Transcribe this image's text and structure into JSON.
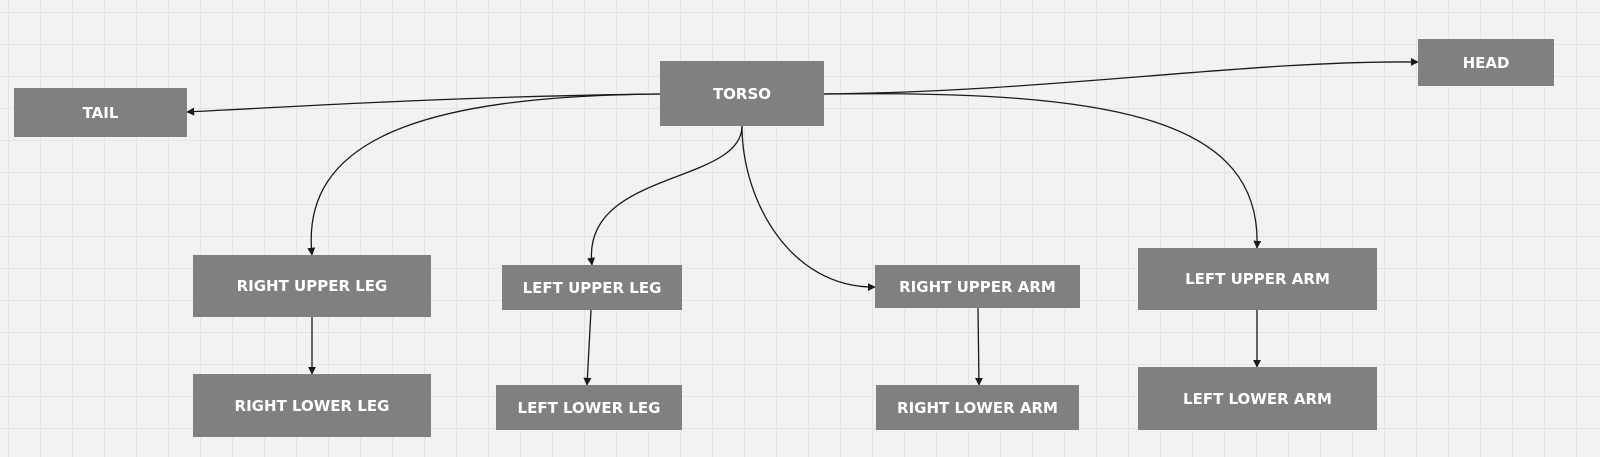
{
  "diagram": {
    "colors": {
      "node_fill": "#808080",
      "node_text": "#ffffff",
      "edge": "#1a1a1a"
    },
    "nodes": [
      {
        "id": "torso",
        "label": "TORSO"
      },
      {
        "id": "tail",
        "label": "TAIL"
      },
      {
        "id": "head",
        "label": "HEAD"
      },
      {
        "id": "right-upper-leg",
        "label": "RIGHT UPPER LEG"
      },
      {
        "id": "left-upper-leg",
        "label": "LEFT UPPER LEG"
      },
      {
        "id": "right-upper-arm",
        "label": "RIGHT UPPER ARM"
      },
      {
        "id": "left-upper-arm",
        "label": "LEFT UPPER ARM"
      },
      {
        "id": "right-lower-leg",
        "label": "RIGHT LOWER LEG"
      },
      {
        "id": "left-lower-leg",
        "label": "LEFT LOWER LEG"
      },
      {
        "id": "right-lower-arm",
        "label": "RIGHT LOWER ARM"
      },
      {
        "id": "left-lower-arm",
        "label": "LEFT LOWER ARM"
      }
    ],
    "edges": [
      {
        "from": "torso",
        "to": "tail"
      },
      {
        "from": "torso",
        "to": "head"
      },
      {
        "from": "torso",
        "to": "right-upper-leg"
      },
      {
        "from": "torso",
        "to": "left-upper-leg"
      },
      {
        "from": "torso",
        "to": "right-upper-arm"
      },
      {
        "from": "torso",
        "to": "left-upper-arm"
      },
      {
        "from": "right-upper-leg",
        "to": "right-lower-leg"
      },
      {
        "from": "left-upper-leg",
        "to": "left-lower-leg"
      },
      {
        "from": "right-upper-arm",
        "to": "right-lower-arm"
      },
      {
        "from": "left-upper-arm",
        "to": "left-lower-arm"
      }
    ]
  }
}
